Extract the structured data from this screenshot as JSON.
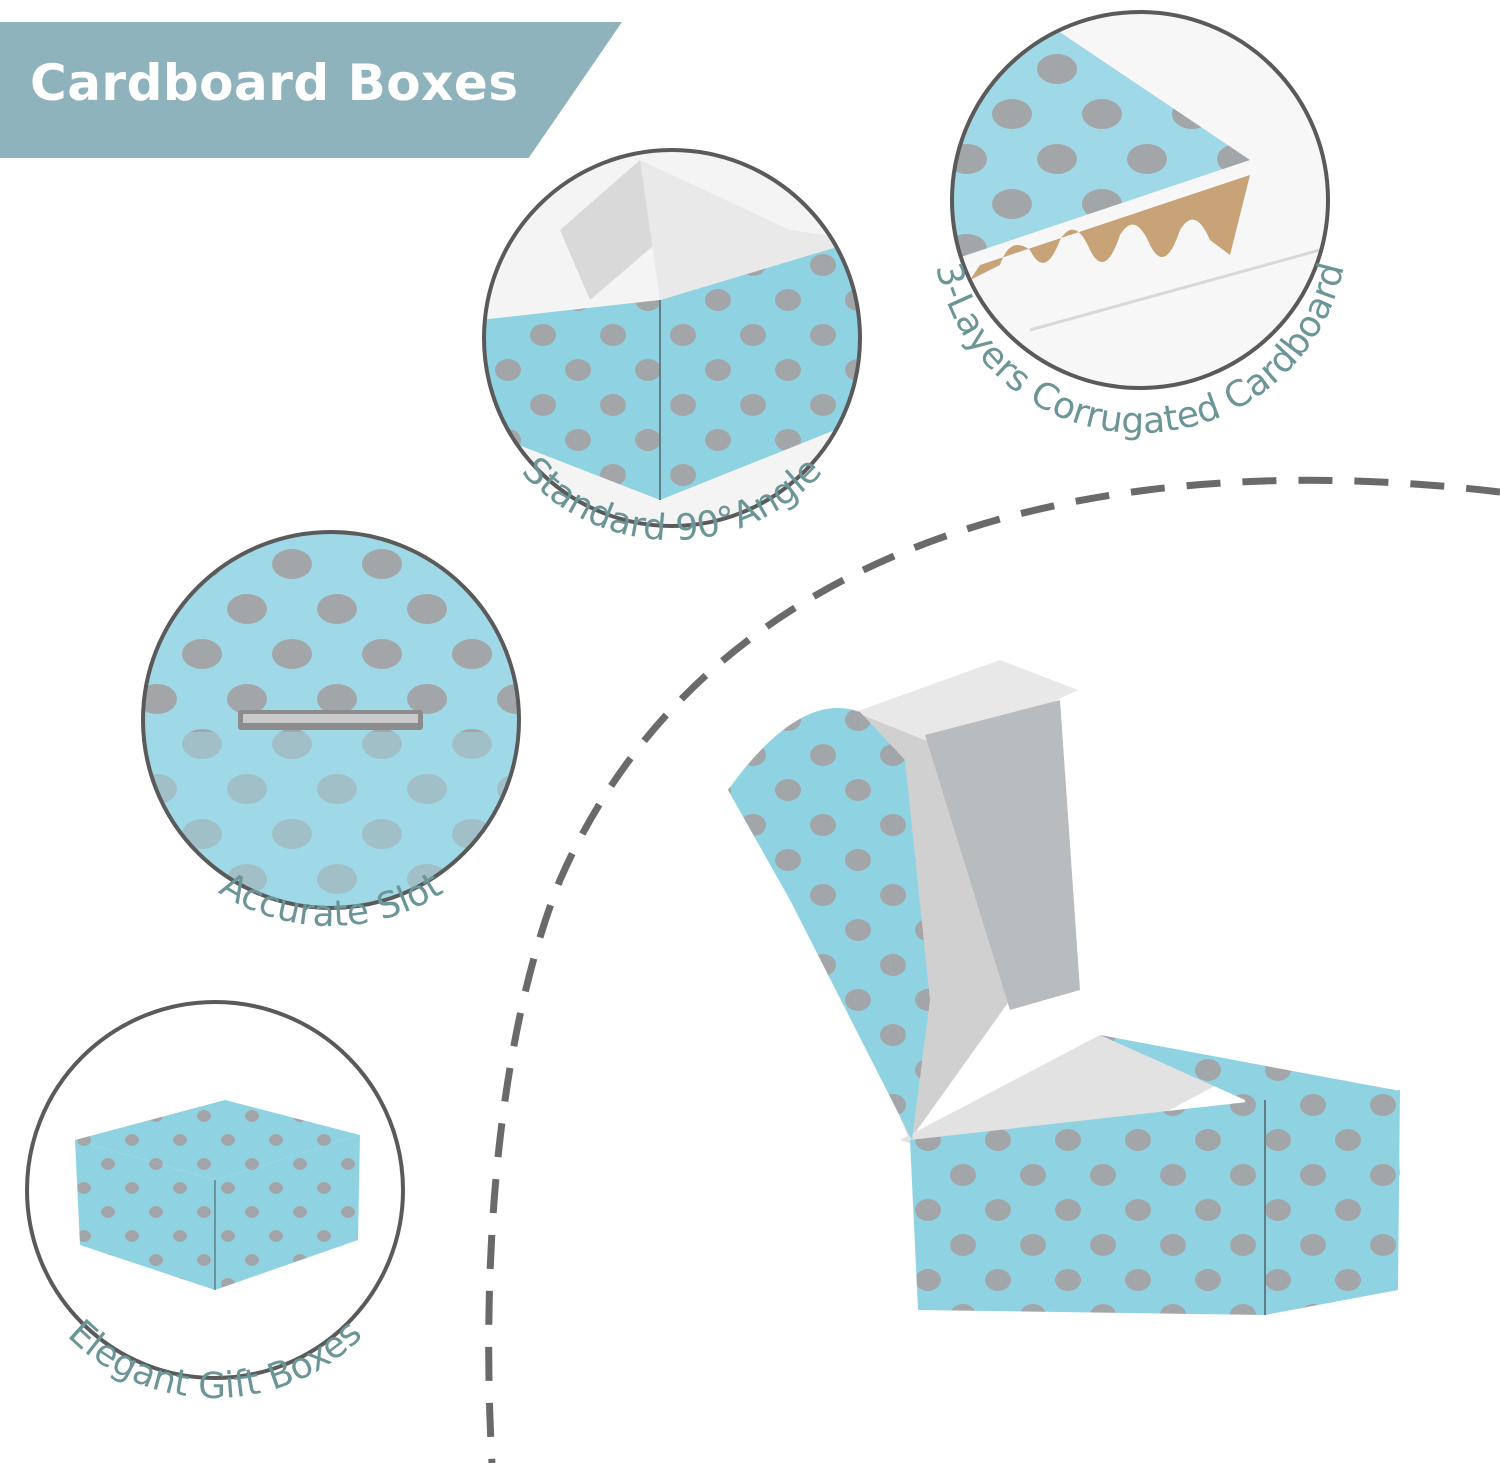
{
  "banner": {
    "title": "Cardboard Boxes"
  },
  "features": [
    {
      "label": "Standard 90°Angle"
    },
    {
      "label": "3-Layers Corrugated Cardboard"
    },
    {
      "label": "Accurate Slot"
    },
    {
      "label": "Elegant Gift Boxes"
    }
  ],
  "colors": {
    "banner": "#8fb3bc",
    "label_text": "#6b9597",
    "box_blue": "#8fd3e3",
    "dots": "#a3a6a8",
    "kraft": "#c7a377",
    "circle_border": "#5a5a5a",
    "dashed_arc": "#6a6a6a"
  }
}
